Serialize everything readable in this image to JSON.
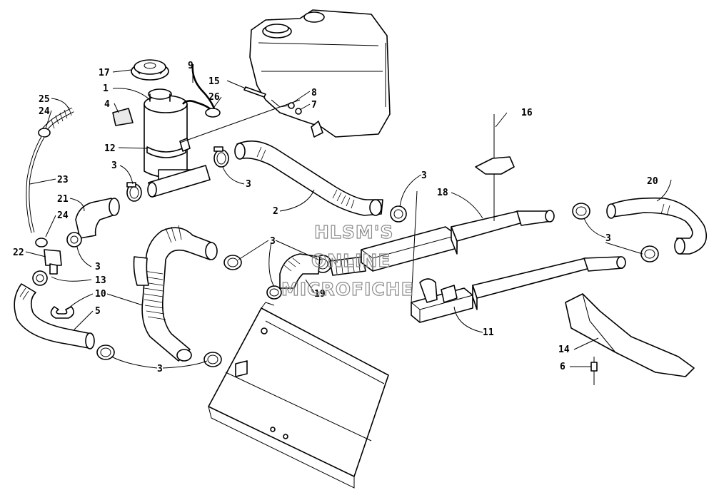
{
  "diagram": {
    "type": "exploded parts diagram",
    "callouts": [
      {
        "id": "c17",
        "label": "17"
      },
      {
        "id": "c9",
        "label": "9"
      },
      {
        "id": "c15",
        "label": "15"
      },
      {
        "id": "c1",
        "label": "1"
      },
      {
        "id": "c26",
        "label": "26"
      },
      {
        "id": "c8",
        "label": "8"
      },
      {
        "id": "c7",
        "label": "7"
      },
      {
        "id": "c4",
        "label": "4"
      },
      {
        "id": "c25",
        "label": "25"
      },
      {
        "id": "c24a",
        "label": "24"
      },
      {
        "id": "c12",
        "label": "12"
      },
      {
        "id": "c3a",
        "label": "3"
      },
      {
        "id": "c3b",
        "label": "3"
      },
      {
        "id": "c23",
        "label": "23"
      },
      {
        "id": "c21",
        "label": "21"
      },
      {
        "id": "c24b",
        "label": "24"
      },
      {
        "id": "c22",
        "label": "22"
      },
      {
        "id": "c3c",
        "label": "3"
      },
      {
        "id": "c13",
        "label": "13"
      },
      {
        "id": "c10",
        "label": "10"
      },
      {
        "id": "c5",
        "label": "5"
      },
      {
        "id": "c3d",
        "label": "3"
      },
      {
        "id": "c2",
        "label": "2"
      },
      {
        "id": "c3e",
        "label": "3"
      },
      {
        "id": "c19",
        "label": "19"
      },
      {
        "id": "c3f",
        "label": "3"
      },
      {
        "id": "c18",
        "label": "18"
      },
      {
        "id": "c3g",
        "label": "3"
      },
      {
        "id": "c16",
        "label": "16"
      },
      {
        "id": "c20",
        "label": "20"
      },
      {
        "id": "c3h",
        "label": "3"
      },
      {
        "id": "c11",
        "label": "11"
      },
      {
        "id": "c14",
        "label": "14"
      },
      {
        "id": "c6",
        "label": "6"
      }
    ]
  },
  "watermark": {
    "line1": "HLSM'S",
    "line2": "ONLINE",
    "line3": "MICROFICHE",
    "color": "#8a8a8a"
  }
}
